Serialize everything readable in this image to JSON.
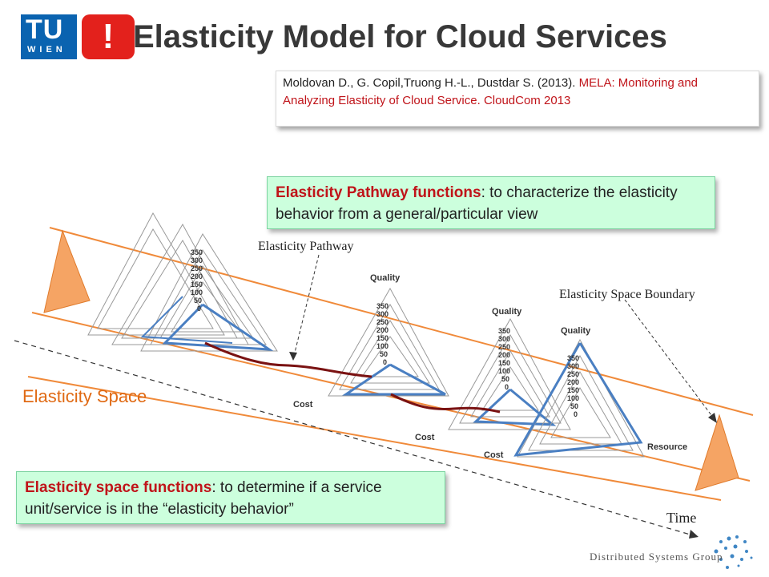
{
  "logo": {
    "tu": "TU",
    "wien": "WIEN",
    "bang": "!"
  },
  "title": "Elasticity Model for Cloud Services",
  "citation": {
    "plain": "Moldovan D., G. Copil,Truong H.-L., Dustdar S. (2013). ",
    "highlight": "MELA: Monitoring and Analyzing Elasticity of Cloud Service. CloudCom 2013"
  },
  "pathway_callout": {
    "key": "Elasticity Pathway functions",
    "rest": ": to characterize the elasticity behavior from a general/particular view"
  },
  "space_callout": {
    "key": "Elasticity space functions",
    "rest": ":  to determine if a service unit/service is in the “elasticity behavior”"
  },
  "diagram": {
    "pathway_label": "Elasticity Pathway",
    "boundary_label": "Elasticity Space Boundary",
    "space_label": "Elasticity Space",
    "time_label": "Time",
    "quality": "Quality",
    "cost": "Cost",
    "resource": "Resource",
    "ticks": [
      "350",
      "300",
      "250",
      "200",
      "150",
      "100",
      "50",
      "0"
    ]
  },
  "footer": {
    "group": "Distributed Systems Group"
  },
  "colors": {
    "orange": "#f08a3a",
    "blue": "#4a7fc2",
    "path": "#7a1212",
    "red": "#c0141a"
  }
}
